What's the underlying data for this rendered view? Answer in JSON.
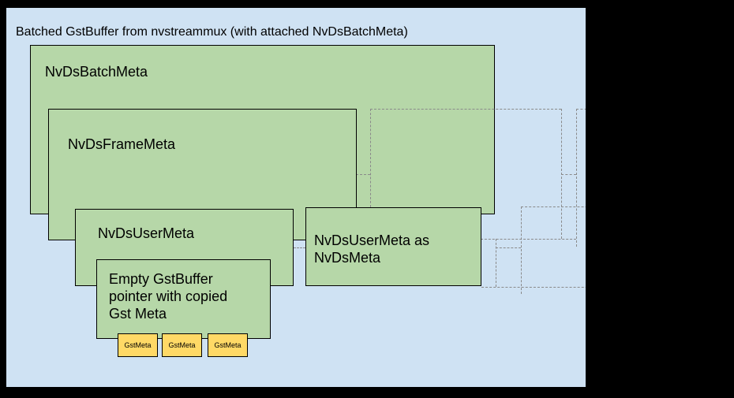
{
  "diagram": {
    "title": "Batched GstBuffer from nvstreammux (with attached NvDsBatchMeta)",
    "batch_meta_label": "NvDsBatchMeta",
    "frame_meta_label": "NvDsFrameMeta",
    "user_meta_label": "NvDsUserMeta",
    "user_meta_as_lines": [
      "NvDsUserMeta as",
      "NvDsMeta"
    ],
    "empty_gst_buffer_lines": [
      "Empty GstBuffer",
      "pointer with copied",
      "Gst Meta"
    ],
    "gst_meta_chips": [
      "GstMeta",
      "GstMeta",
      "GstMeta"
    ],
    "colors": {
      "background": "#000000",
      "buffer_fill": "#cfe2f3",
      "meta_fill": "#b6d7a8",
      "chip_fill": "#ffd966",
      "box_border": "#000000",
      "ghost_dash": "#8a8a8a"
    }
  }
}
